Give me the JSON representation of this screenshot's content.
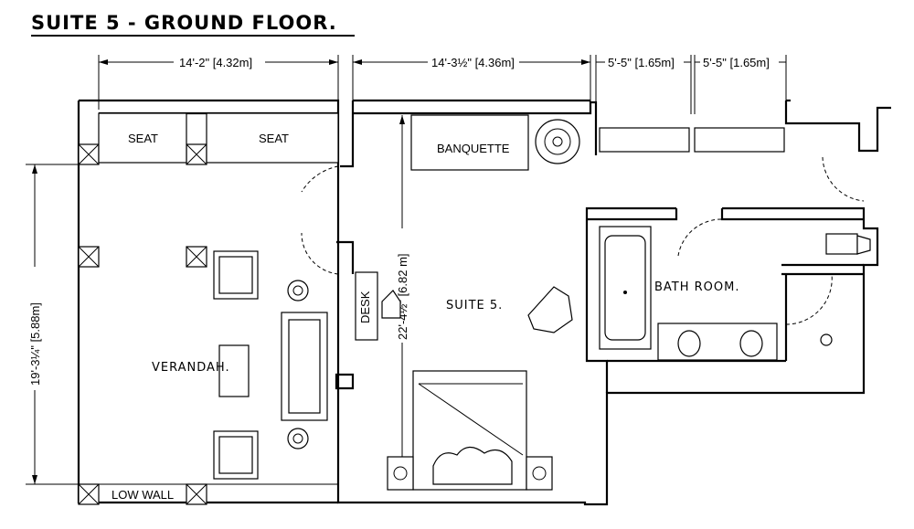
{
  "title": "SUITE 5 - GROUND FLOOR.",
  "dimensions": {
    "verandah_width": "14'-2\" [4.32m]",
    "suite_width": "14'-3½\" [4.36m]",
    "bay_1": "5'-5\" [1.65m]",
    "bay_2": "5'-5\" [1.65m]",
    "verandah_depth": "19'-3¼\" [5.88m]",
    "suite_depth": "22'-4½\" [6.82 m]"
  },
  "labels": {
    "seat_1": "SEAT",
    "seat_2": "SEAT",
    "banquette": "BANQUETTE",
    "verandah": "VERANDAH.",
    "suite": "SUITE 5.",
    "bathroom": "BATH ROOM.",
    "desk": "DESK",
    "low_wall": "LOW WALL"
  }
}
